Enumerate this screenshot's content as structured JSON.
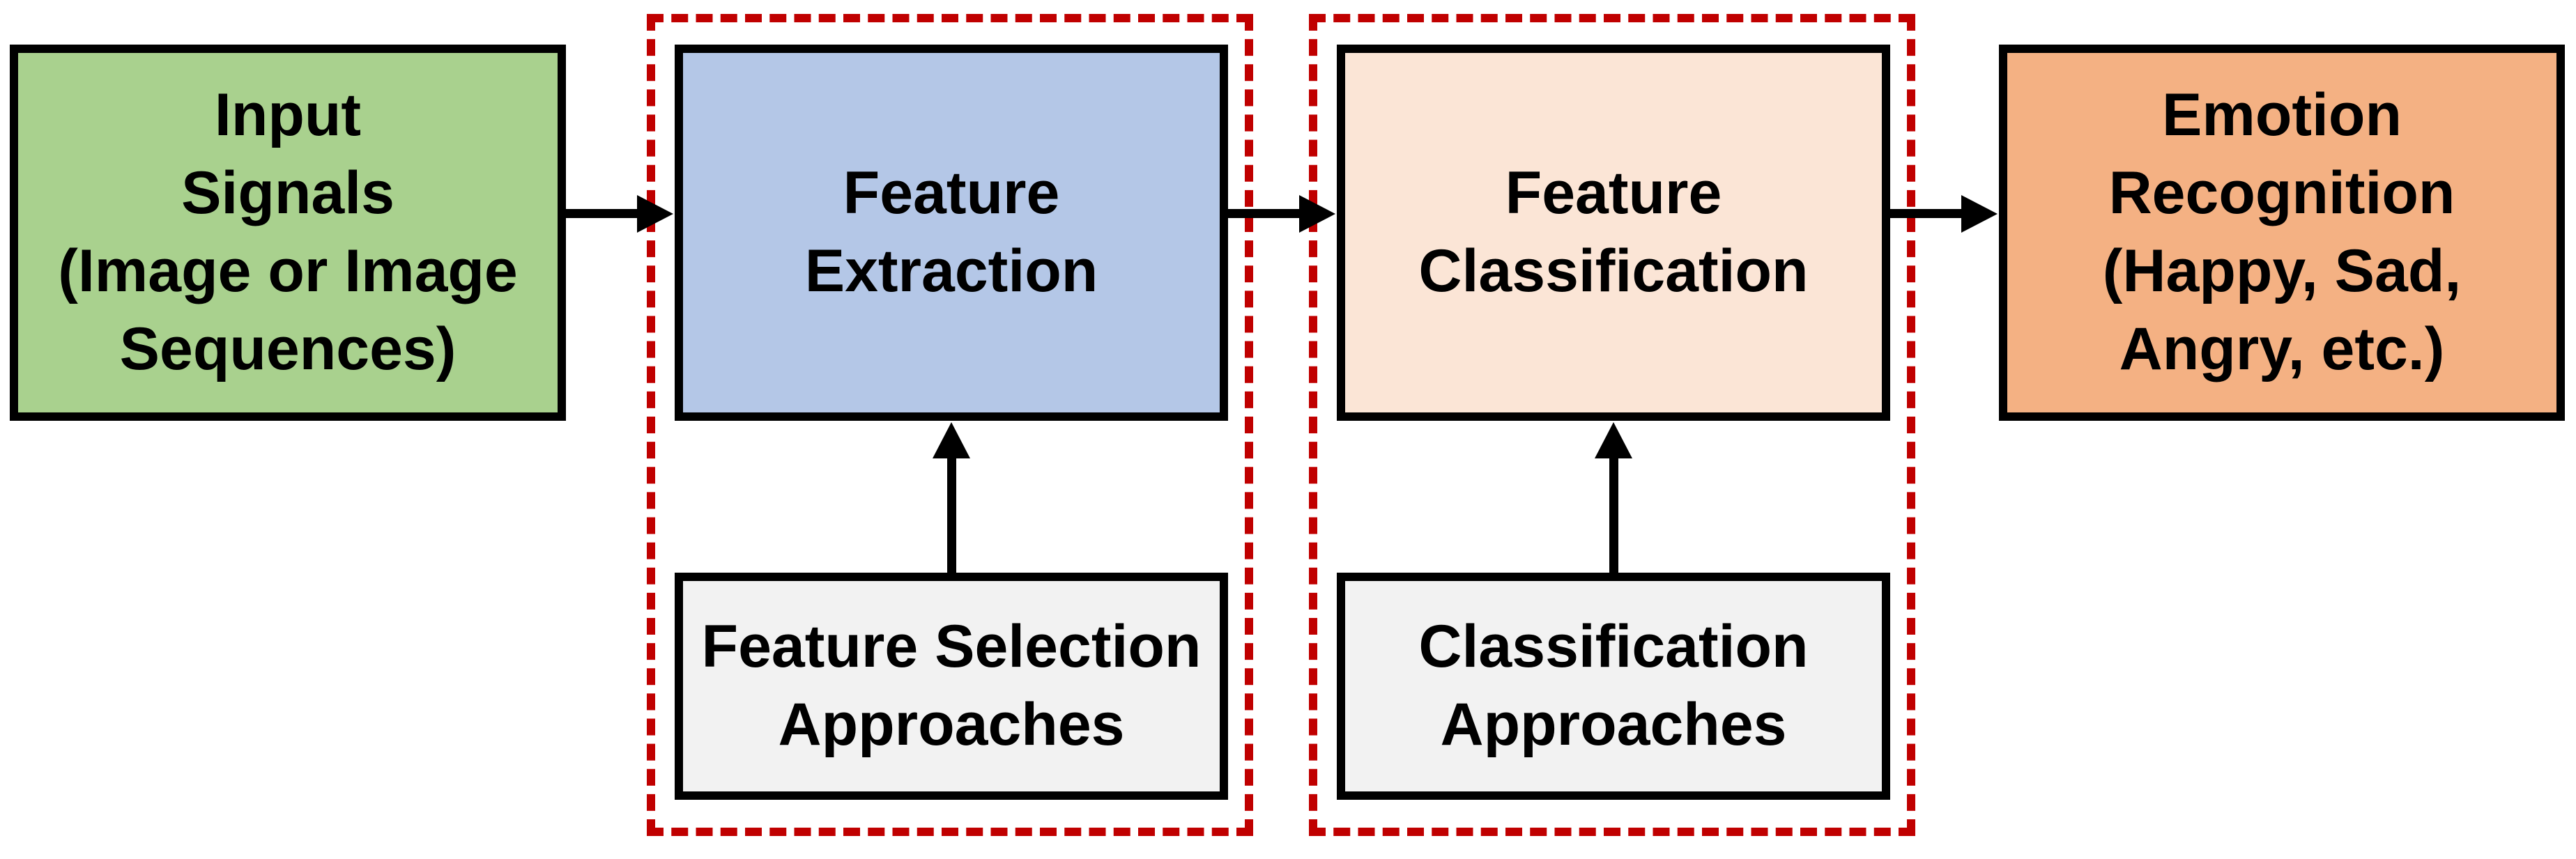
{
  "diagram": {
    "nodes": {
      "input_signals": {
        "label": "Input\nSignals\n(Image or Image\nSequences)",
        "bg": "#A9D18E",
        "border": "#000000"
      },
      "feature_extraction": {
        "label": "Feature\nExtraction",
        "bg": "#B4C7E7",
        "border": "#000000"
      },
      "feature_selection_approaches": {
        "label": "Feature Selection\nApproaches",
        "bg": "#F2F2F2",
        "border": "#000000"
      },
      "feature_classification": {
        "label": "Feature\nClassification",
        "bg": "#FBE5D6",
        "border": "#000000"
      },
      "classification_approaches": {
        "label": "Classification\nApproaches",
        "bg": "#F2F2F2",
        "border": "#000000"
      },
      "emotion_recognition": {
        "label": "Emotion\nRecognition\n(Happy, Sad,\nAngry, etc.)",
        "bg": "#F4B183",
        "border": "#000000"
      }
    },
    "groups": {
      "feature_extraction_stage": {
        "border": "#C00000"
      },
      "feature_classification_stage": {
        "border": "#C00000"
      }
    },
    "arrows": {
      "color": "#000000"
    },
    "edges": [
      {
        "from": "input_signals",
        "to": "feature_extraction"
      },
      {
        "from": "feature_extraction",
        "to": "feature_classification"
      },
      {
        "from": "feature_classification",
        "to": "emotion_recognition"
      },
      {
        "from": "feature_selection_approaches",
        "to": "feature_extraction"
      },
      {
        "from": "classification_approaches",
        "to": "feature_classification"
      }
    ]
  }
}
